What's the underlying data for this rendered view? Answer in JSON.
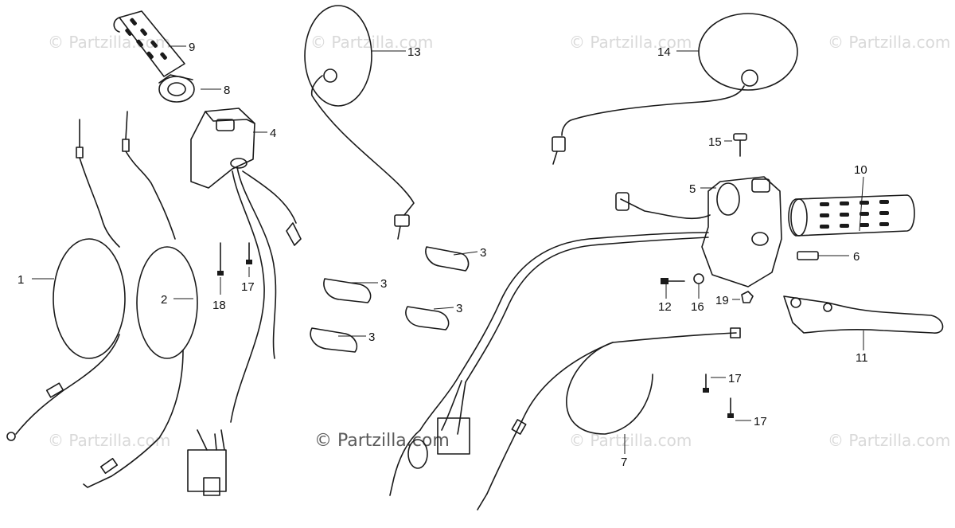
{
  "watermark": {
    "text": "© Partzilla.com",
    "center_text": "© Partzilla.com"
  },
  "callouts": {
    "c1": "1",
    "c2": "2",
    "c3a": "3",
    "c3b": "3",
    "c3c": "3",
    "c3d": "3",
    "c4": "4",
    "c5": "5",
    "c6": "6",
    "c7": "7",
    "c8": "8",
    "c9": "9",
    "c10": "10",
    "c11": "11",
    "c12": "12",
    "c13": "13",
    "c14": "14",
    "c15": "15",
    "c16": "16",
    "c17a": "17",
    "c17b": "17",
    "c17c": "17",
    "c18": "18",
    "c19": "19"
  }
}
